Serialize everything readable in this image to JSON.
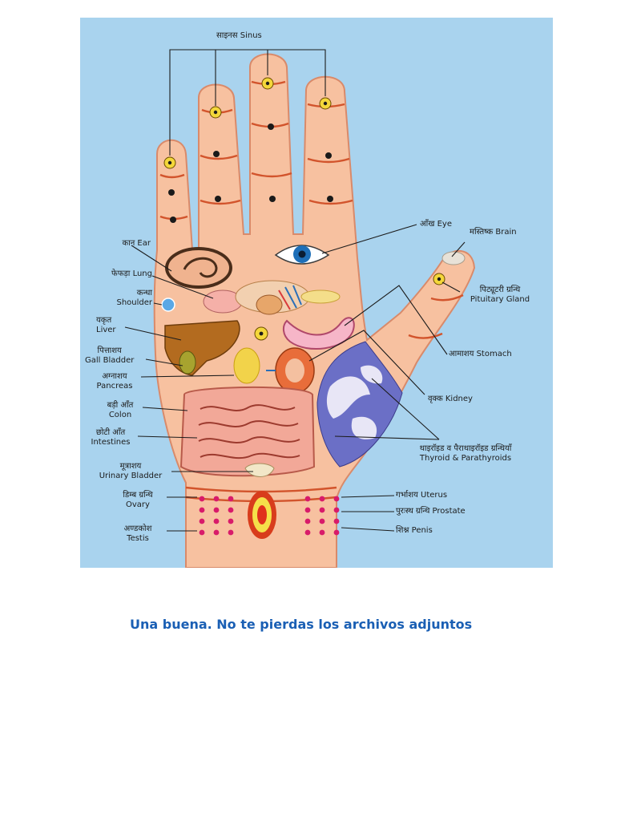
{
  "labels": {
    "sinus": "साइनस Sinus",
    "ear": "कान Ear",
    "lung": "फेफड़ा Lung",
    "shoulder_hi": "कन्धा",
    "shoulder_en": "Shoulder",
    "liver_hi": "यकृत",
    "liver_en": "Liver",
    "gall_hi": "पित्ताशय",
    "gall_en": "Gall Bladder",
    "pancreas_hi": "अग्नाशय",
    "pancreas_en": "Pancreas",
    "colon_hi": "बड़ी आँत",
    "colon_en": "Colon",
    "intestines_hi": "छोटी आँत",
    "intestines_en": "Intestines",
    "bladder_hi": "मूत्राशय",
    "bladder_en": "Urinary Bladder",
    "ovary_hi": "डिम्ब ग्रन्थि",
    "ovary_en": "Ovary",
    "testis_hi": "अण्डकोश",
    "testis_en": "Testis",
    "eye": "आँख Eye",
    "brain": "मस्तिष्क Brain",
    "pituitary_hi": "पिट्यूटरी ग्रन्थि",
    "pituitary_en": "Pituitary Gland",
    "stomach": "आमाशय Stomach",
    "kidney": "वृक्क Kidney",
    "thyroid_hi": "थाइरॉइड व पैराथाइरॉइड ग्रन्थियाँ",
    "thyroid_en": "Thyroid & Parathyroids",
    "uterus": "गर्भाशय Uterus",
    "prostate": "पुरःस्थ ग्रन्थि Prostate",
    "penis": "शिश्न Penis"
  },
  "caption": "Una buena. No te pierdas los archivos adjuntos",
  "colors": {
    "background": "#a9d3ee",
    "skin": "#f7c1a0",
    "skin_outline": "#d98a6a",
    "crease": "#d2542c",
    "caption": "#1a5fb4"
  }
}
